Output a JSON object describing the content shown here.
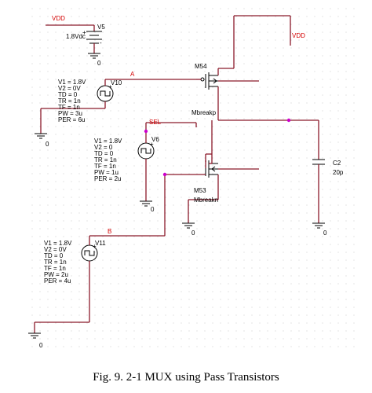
{
  "colors": {
    "wire": "#8b1a2b",
    "net_label": "#d40000",
    "junction": "#cc00cc",
    "grid": "#d9d9d9"
  },
  "nets": {
    "vdd_left": "VDD",
    "vdd_right": "VDD",
    "a": "A",
    "sel": "SEL",
    "b": "B"
  },
  "v5": {
    "name": "V5",
    "value": "1.8Vdc",
    "gnd": "0"
  },
  "v10": {
    "name": "V10",
    "params": [
      "V1 = 1.8V",
      "V2 = 0V",
      "TD = 0",
      "TR = 1n",
      "TF = 1n",
      "PW = 3u",
      "PER = 6u"
    ],
    "gnd": "0"
  },
  "v6": {
    "name": "V6",
    "params": [
      "V1 = 1.8V",
      "V2 = 0",
      "TD = 0",
      "TR = 1n",
      "TF = 1n",
      "PW = 1u",
      "PER = 2u"
    ],
    "gnd": "0"
  },
  "v11": {
    "name": "V11",
    "params": [
      "V1 = 1.8V",
      "V2 = 0V",
      "TD = 0",
      "TR = 1n",
      "TF = 1n",
      "PW = 2u",
      "PER = 4u"
    ],
    "gnd": "0"
  },
  "m54": {
    "name": "M54",
    "model": "Mbreakp"
  },
  "m53": {
    "name": "M53",
    "model": "Mbreakn",
    "gnd": "0"
  },
  "c2": {
    "name": "C2",
    "value": "20p",
    "gnd": "0"
  },
  "caption": "Fig. 9. 2-1 MUX using Pass Transistors"
}
